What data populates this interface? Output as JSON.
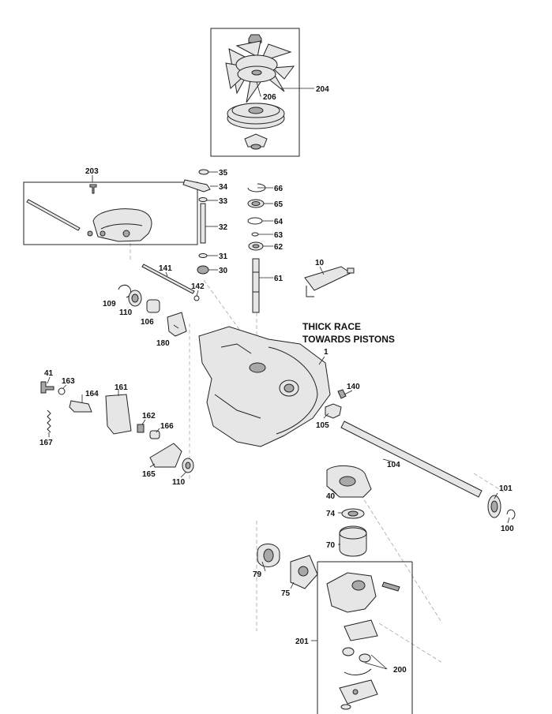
{
  "note": {
    "line1": "THICK RACE",
    "line2": "TOWARDS PISTONS"
  },
  "labels": {
    "p1": "1",
    "p10": "10",
    "p30": "30",
    "p31": "31",
    "p32": "32",
    "p33": "33",
    "p34": "34",
    "p35": "35",
    "p40": "40",
    "p41": "41",
    "p61": "61",
    "p62": "62",
    "p63": "63",
    "p64": "64",
    "p65": "65",
    "p66": "66",
    "p70": "70",
    "p74": "74",
    "p75": "75",
    "p79": "79",
    "p100": "100",
    "p101": "101",
    "p104": "104",
    "p105": "105",
    "p106": "106",
    "p109": "109",
    "p110a": "110",
    "p110b": "110",
    "p140": "140",
    "p141": "141",
    "p142": "142",
    "p161": "161",
    "p162": "162",
    "p163": "163",
    "p164": "164",
    "p165": "165",
    "p166": "166",
    "p167": "167",
    "p180": "180",
    "p200": "200",
    "p201": "201",
    "p203": "203",
    "p204": "204",
    "p206": "206"
  }
}
